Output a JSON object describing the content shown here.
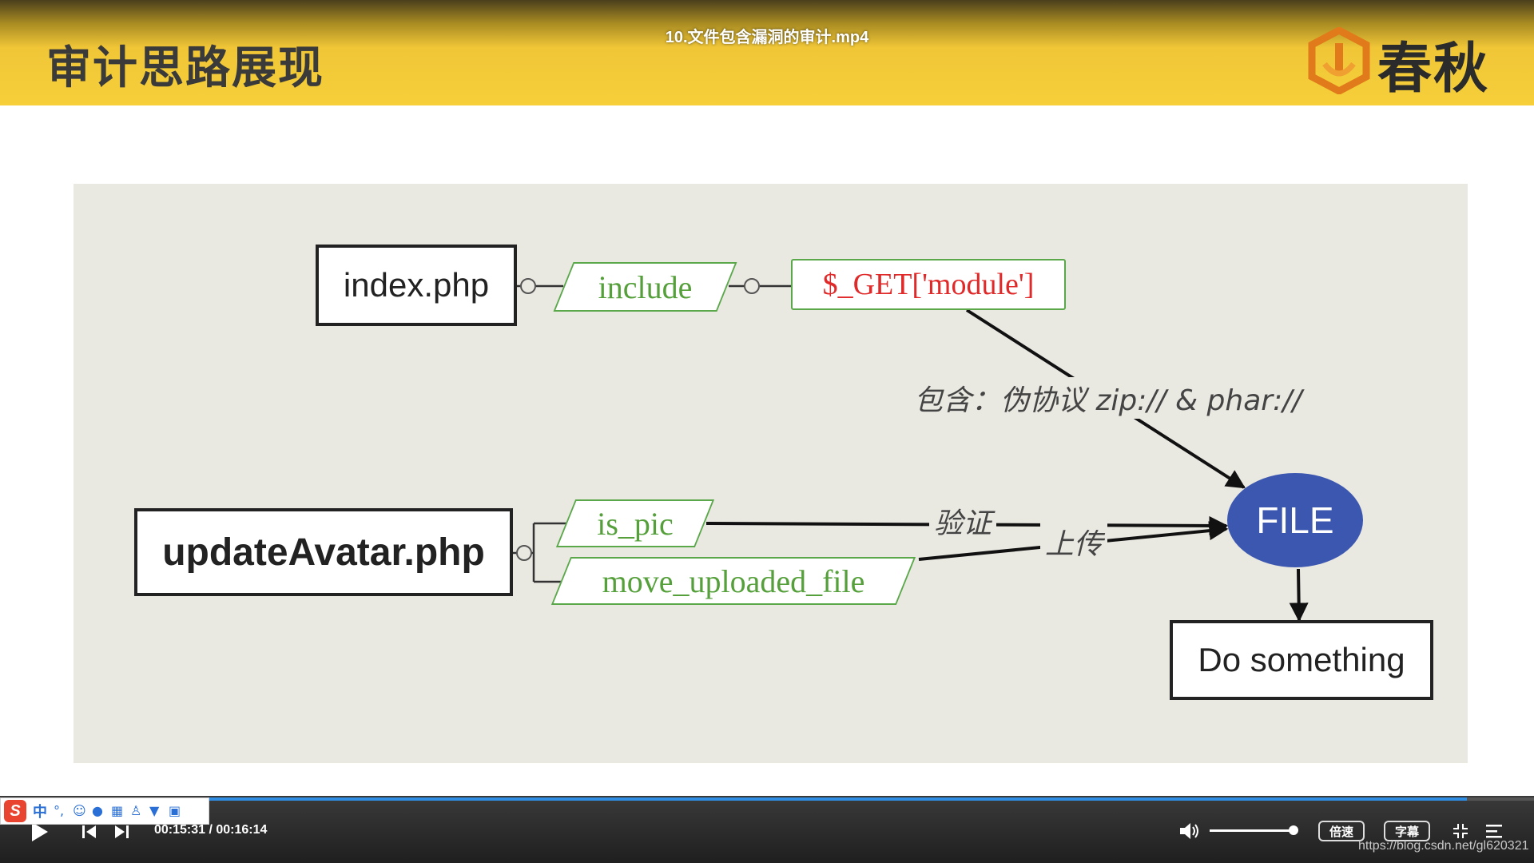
{
  "header": {
    "slide_title": "审计思路展现",
    "video_title": "10.文件包含漏洞的审计.mp4",
    "logo_text": "春秋"
  },
  "diagram": {
    "index_node": "index.php",
    "include_op": "include",
    "get_node": "$_GET['module']",
    "edge_label_include": "包含：伪协议 zip:// & phar://",
    "update_node": "updateAvatar.php",
    "is_pic_op": "is_pic",
    "move_op": "move_uploaded_file",
    "edge_label_verify": "验证",
    "edge_label_upload": "上传",
    "file_node": "FILE",
    "do_node": "Do something"
  },
  "player": {
    "time": "00:15:31 / 00:16:14",
    "progress": 0.956,
    "volume": 0.95,
    "speed_label": "倍速",
    "subtitle_label": "字幕",
    "accent": "#2f8de4"
  },
  "ime": {
    "mode_label": "中",
    "logo_letter": "S"
  },
  "watermark": "https://blog.csdn.net/gl620321"
}
